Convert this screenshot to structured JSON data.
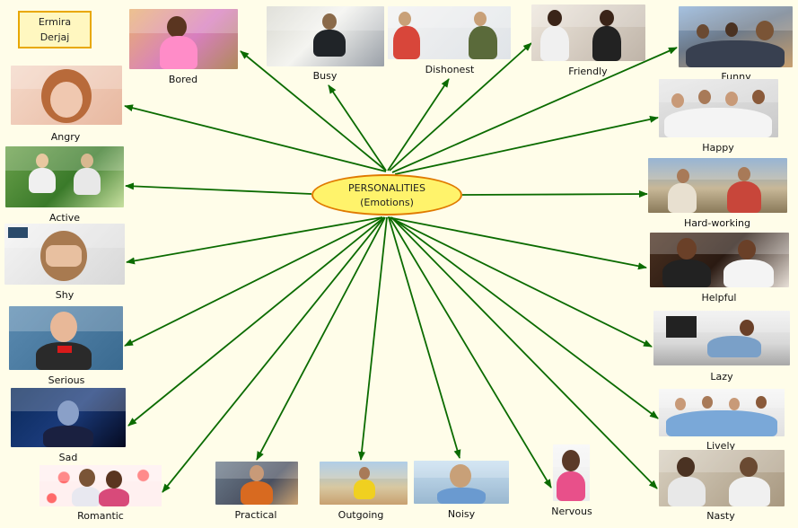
{
  "author": {
    "line1": "Ermira",
    "line2": "Derjaj"
  },
  "center": {
    "line1": "PERSONALITIES",
    "line2": "(Emotions)"
  },
  "nodes": {
    "bored": "Bored",
    "busy": "Busy",
    "dishonest": "Dishonest",
    "friendly": "Friendly",
    "funny": "Funny",
    "happy": "Happy",
    "hardworking": "Hard-working",
    "helpful": "Helpful",
    "lazy": "Lazy",
    "lively": "Lively",
    "nasty": "Nasty",
    "nervous": "Nervous",
    "noisy": "Noisy",
    "outgoing": "Outgoing",
    "practical": "Practical",
    "romantic": "Romantic",
    "sad": "Sad",
    "serious": "Serious",
    "shy": "Shy",
    "active": "Active",
    "angry": "Angry"
  },
  "colors": {
    "arrow": "#0b6b00",
    "center_fill": "#fff36b",
    "center_border": "#e07a00",
    "author_border": "#e8a800",
    "background": "#fffde9"
  }
}
